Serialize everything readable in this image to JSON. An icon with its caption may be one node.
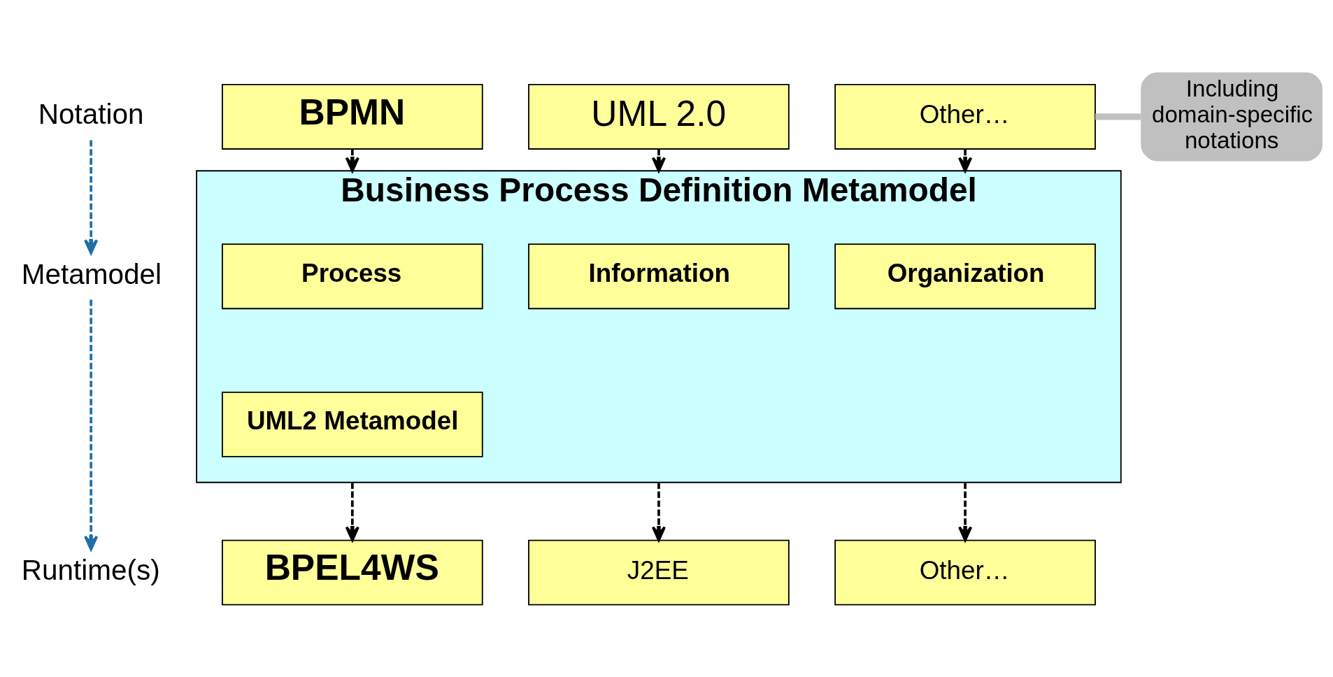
{
  "diagram": {
    "nodes": [
      {
        "text": [
          "Notation"
        ]
      },
      {
        "text": [
          "Metamodel"
        ]
      },
      {
        "text": [
          "Runtime(s)"
        ]
      },
      {
        "text": [
          "UML 2.0"
        ]
      },
      {
        "text": [
          "BPMN"
        ]
      },
      {
        "text": [
          "Other…"
        ]
      },
      {
        "text": [
          "Business Process Definition Metamodel"
        ]
      },
      {
        "text": [
          "Information"
        ],
        "in": 6
      },
      {
        "text": [
          "Process"
        ],
        "in": 6
      },
      {
        "text": [
          "Organization"
        ],
        "in": 6
      },
      {
        "text": [
          "UML2 Metamodel"
        ],
        "in": 6
      },
      {
        "text": [
          "J2EE"
        ]
      },
      {
        "text": [
          "BPEL4WS"
        ]
      },
      {
        "text": [
          "Other…"
        ]
      },
      {
        "text": [
          "Including domain-specific notations"
        ]
      }
    ],
    "edges": [
      {
        "from": 0,
        "to": 1,
        "arrow": "to",
        "style": "dashed",
        "color": "#1f6fa8"
      },
      {
        "from": 1,
        "to": 2,
        "arrow": "to",
        "style": "dashed",
        "color": "#1f6fa8"
      },
      {
        "from": 3,
        "to": 6,
        "arrow": "to",
        "style": "dashed"
      },
      {
        "from": 4,
        "to": 6,
        "arrow": "to",
        "style": "dashed"
      },
      {
        "from": 5,
        "to": 6,
        "arrow": "to",
        "style": "dashed"
      },
      {
        "from": 6,
        "to": 11,
        "arrow": "to",
        "style": "dashed"
      },
      {
        "from": 6,
        "to": 12,
        "arrow": "to",
        "style": "dashed"
      },
      {
        "from": 6,
        "to": 13,
        "arrow": "to",
        "style": "dashed"
      },
      {
        "from": 14,
        "to": 5,
        "arrow": "none",
        "color": "#c0c0c0",
        "style": "thick"
      }
    ]
  }
}
